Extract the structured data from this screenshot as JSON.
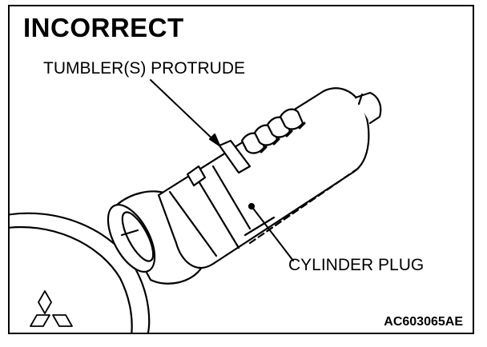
{
  "title": "INCORRECT",
  "labels": {
    "tumbler": "TUMBLER(S) PROTRUDE",
    "cylinder": "CYLINDER PLUG"
  },
  "figure_code": "AC603065AE",
  "colors": {
    "ink": "#000000",
    "paper": "#ffffff"
  }
}
